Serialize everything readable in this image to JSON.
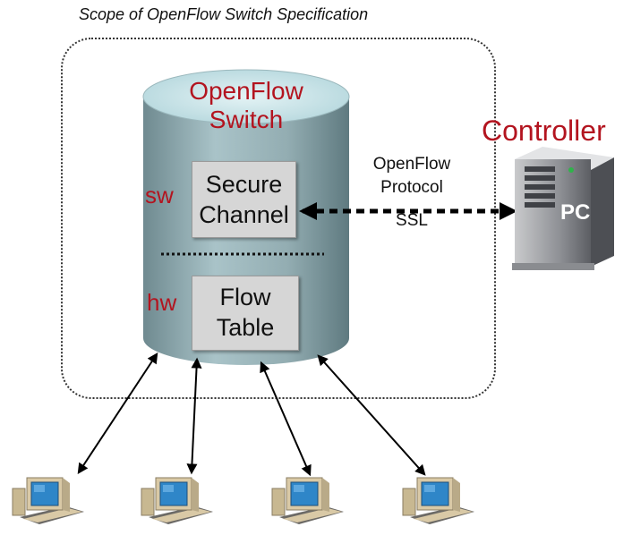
{
  "scope_label": "Scope of OpenFlow Switch Specification",
  "switch": {
    "title_line1": "OpenFlow",
    "title_line2": "Switch",
    "secure_channel": [
      "Secure",
      "Channel"
    ],
    "flow_table": [
      "Flow",
      "Table"
    ],
    "sw_label": "sw",
    "hw_label": "hw"
  },
  "protocol": [
    "OpenFlow",
    "Protocol",
    "SSL"
  ],
  "controller": {
    "label": "Controller",
    "server_label": "PC"
  },
  "colors": {
    "title_red": "#b3141f",
    "cylinder_top": "#bfe0e6",
    "cylinder_body": "#8fa9ae",
    "monitor_screen": "#2f86c8",
    "computer_beige": "#d9c9a6"
  },
  "hosts": [
    "host-computer-1",
    "host-computer-2",
    "host-computer-3",
    "host-computer-4"
  ]
}
